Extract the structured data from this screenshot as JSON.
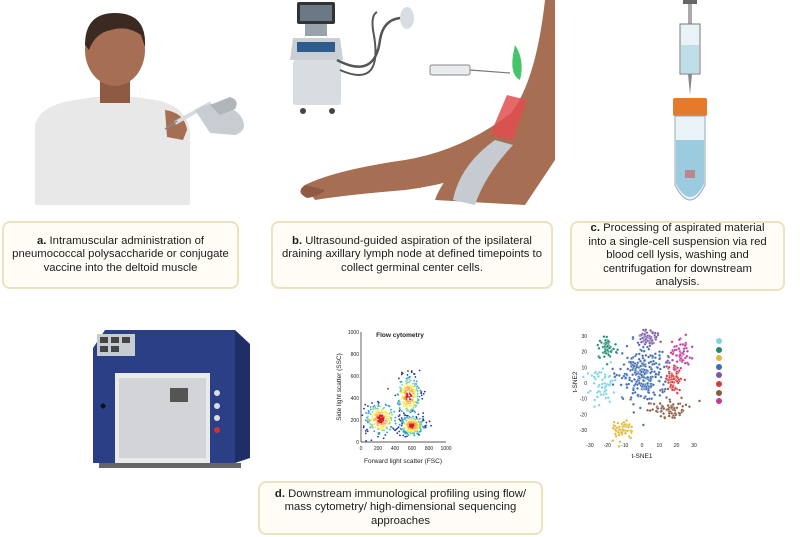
{
  "panels": {
    "a": {
      "letter": "a.",
      "text": " Intramuscular administration of pneumococcal polysaccharide or conjugate vaccine into the deltoid muscle"
    },
    "b": {
      "letter": "b.",
      "text": " Ultrasound-guided aspiration of the ipsilateral draining axillary lymph node at defined timepoints to collect germinal center cells."
    },
    "c": {
      "letter": "c.",
      "text": " Processing of aspirated material into a single-cell suspension via red blood cell lysis, washing and centrifugation for downstream analysis."
    },
    "d": {
      "letter": "d.",
      "text": " Downstream immunological profiling using flow/ mass cytometry/ high-dimensional sequencing approaches"
    }
  },
  "flow_plot": {
    "title": "Flow cytometry",
    "xlabel": "Forward light scatter (FSC)",
    "ylabel": "Side light scatter (SSC)",
    "ticks": [
      "0",
      "200",
      "400",
      "600",
      "800",
      "1000"
    ]
  },
  "tsne_plot": {
    "xlabel": "t-SNE1",
    "ylabel": "t-SNE2",
    "xticks": [
      "-30",
      "-20",
      "-10",
      "0",
      "10",
      "20",
      "30"
    ],
    "yticks": [
      "30",
      "20",
      "10",
      "0",
      "-10",
      "-20",
      "-30"
    ]
  },
  "chart_data": [
    {
      "type": "scatter",
      "title": "Flow cytometry",
      "xlabel": "Forward light scatter (FSC)",
      "ylabel": "Side light scatter (SSC)",
      "xlim": [
        0,
        1000
      ],
      "ylim": [
        0,
        1000
      ],
      "grid": false,
      "series": [
        {
          "center": [
            230,
            210
          ],
          "spread": [
            90,
            70
          ]
        },
        {
          "center": [
            560,
            420
          ],
          "spread": [
            70,
            90
          ]
        },
        {
          "center": [
            600,
            150
          ],
          "spread": [
            70,
            45
          ]
        }
      ]
    },
    {
      "type": "scatter",
      "xlabel": "t-SNE1",
      "ylabel": "t-SNE2",
      "xlim": [
        -30,
        30
      ],
      "ylim": [
        -35,
        35
      ],
      "grid": false,
      "legend": "right",
      "series": [
        {
          "color": "#7fd3e6",
          "center": [
            -23,
            -2
          ],
          "spread": [
            4,
            5
          ]
        },
        {
          "color": "#1f8a6e",
          "center": [
            -21,
            22
          ],
          "spread": [
            3,
            3
          ]
        },
        {
          "color": "#e0b83a",
          "center": [
            -11,
            -30
          ],
          "spread": [
            3,
            3
          ]
        },
        {
          "color": "#3f6bb3",
          "center": [
            1,
            5
          ],
          "spread": [
            7,
            10
          ]
        },
        {
          "color": "#7a58a8",
          "center": [
            4,
            29
          ],
          "spread": [
            3,
            2
          ]
        },
        {
          "color": "#d73b3b",
          "center": [
            18,
            2
          ],
          "spread": [
            2.5,
            4
          ]
        },
        {
          "color": "#8b5a3c",
          "center": [
            17,
            -17
          ],
          "spread": [
            6,
            3
          ]
        },
        {
          "color": "#c2399d",
          "center": [
            22,
            18
          ],
          "spread": [
            3,
            4
          ]
        }
      ]
    }
  ]
}
